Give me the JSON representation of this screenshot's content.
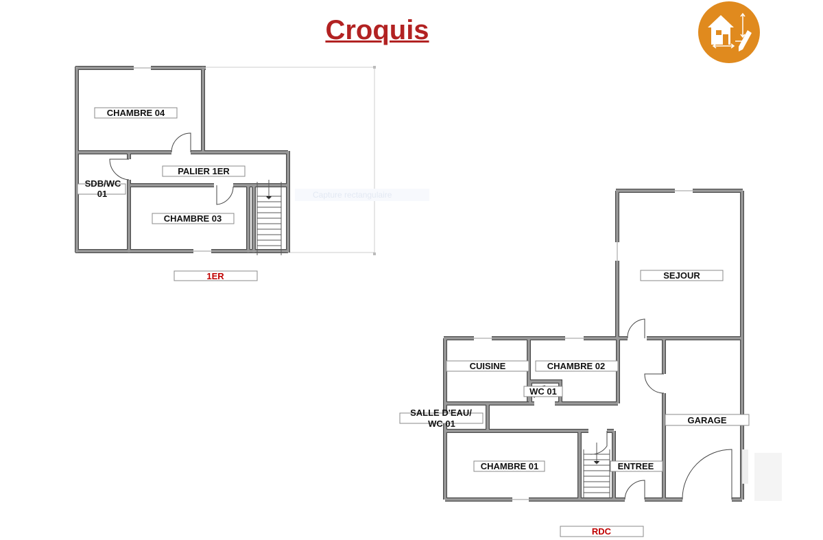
{
  "title": "Croquis",
  "logo": {
    "icon": "house-plan-pencil-icon",
    "color": "#e08a1e"
  },
  "overlay_hint": "Capture rectangulaire",
  "floors": {
    "first": {
      "label": "1ER",
      "rooms": {
        "chambre04": "CHAMBRE 04",
        "palier": "PALIER 1ER",
        "sdb_line1": "SDB/WC",
        "sdb_line2": "01",
        "chambre03": "CHAMBRE 03"
      }
    },
    "ground": {
      "label": "RDC",
      "rooms": {
        "sejour": "SEJOUR",
        "cuisine": "CUISINE",
        "chambre02": "CHAMBRE 02",
        "wc01": "WC 01",
        "salle_line1": "SALLE D'EAU/",
        "salle_line2": "WC 01",
        "garage": "GARAGE",
        "chambre01": "CHAMBRE 01",
        "entree": "ENTREE"
      }
    }
  },
  "colors": {
    "title": "#b22222",
    "floor_label": "#c00000",
    "wall": "#9a9a9a"
  }
}
